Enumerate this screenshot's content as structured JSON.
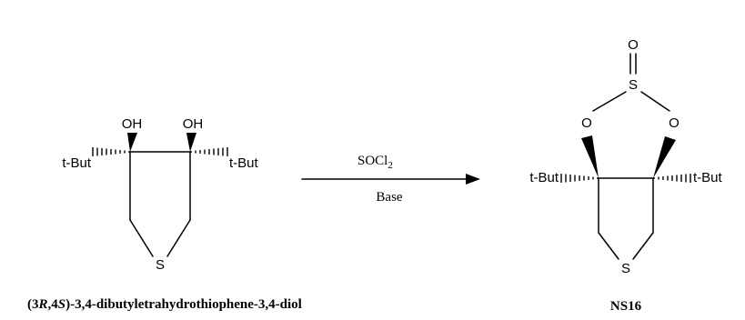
{
  "reactant": {
    "atoms": {
      "oh1": "OH",
      "oh2": "OH",
      "tbu_left": "t-But",
      "tbu_right": "t-But",
      "sulfur": "S"
    },
    "caption": {
      "p1": "(3",
      "r": "R",
      "p2": ",4",
      "s": "S",
      "p3": ")-3,4-dibutyletrahydrothiophene-3,4-diol"
    }
  },
  "reaction": {
    "reagent_main": "SOCl",
    "reagent_sub": "2",
    "condition": "Base"
  },
  "product": {
    "atoms": {
      "o_top": "O",
      "s_top": "S",
      "o_left": "O",
      "o_right": "O",
      "tbu_left": "t-But",
      "tbu_right": "t-But",
      "sulfur": "S"
    },
    "caption": "NS16"
  }
}
